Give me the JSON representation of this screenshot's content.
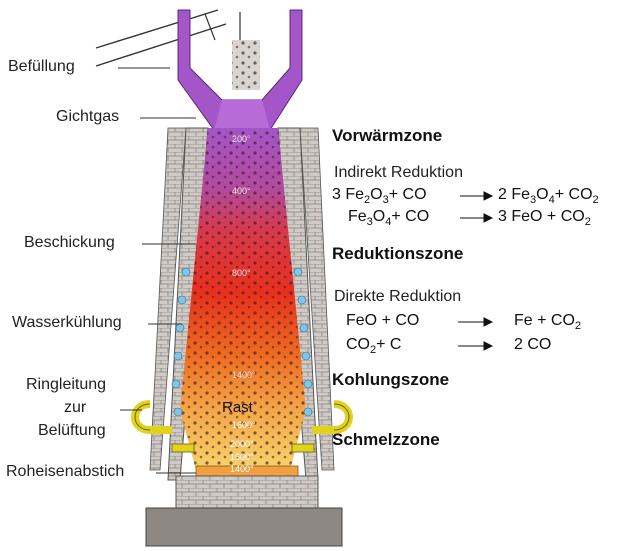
{
  "labels": {
    "befuellung": "Befüllung",
    "gichtgas": "Gichtgas",
    "beschickung": "Beschickung",
    "wasserkuehlung": "Wasserkühlung",
    "ringleitung_1": "Ringleitung",
    "ringleitung_2": "zur",
    "ringleitung_3": "Belüftung",
    "roheisenabstich": "Roheisenabstich",
    "rast": "Rast"
  },
  "zones": {
    "vorwaermzone": "Vorwärmzone",
    "reduktionszone": "Reduktionszone",
    "kohlungszone": "Kohlungszone",
    "schmelzzone": "Schmelzzone"
  },
  "reactions": {
    "indirect_title": "Indirekt Reduktion",
    "direct_title": "Direkte Reduktion",
    "eq1_left": [
      "3 Fe",
      "2",
      "O",
      "3",
      "+ CO"
    ],
    "eq1_right": [
      "2 Fe",
      "3",
      "O",
      "4",
      "+ CO",
      "2"
    ],
    "eq2_left": [
      "Fe",
      "3",
      "O",
      "4",
      "+ CO"
    ],
    "eq2_right": [
      "3 FeO + CO",
      "2"
    ],
    "eq3_left": "FeO + CO",
    "eq3_right": [
      "Fe + CO",
      "2"
    ],
    "eq4_left": [
      "CO",
      "2",
      "+ C"
    ],
    "eq4_right": "2 CO"
  },
  "temperatures": {
    "t200": "200°",
    "t400": "400°",
    "t800": "800°",
    "t1400_mid": "1400°",
    "t1600_rast": "1600°",
    "t2000": "2000°",
    "t1600_low": "1600°",
    "t1400_low": "1400°"
  },
  "colors": {
    "gas_purple": "#a455c8",
    "hot_red": "#e8301c",
    "orange": "#f08a2a",
    "yellow": "#f7d36a",
    "brick": "#c9c4bf",
    "ring": "#e2d21c",
    "water": "#7fc6e8"
  }
}
